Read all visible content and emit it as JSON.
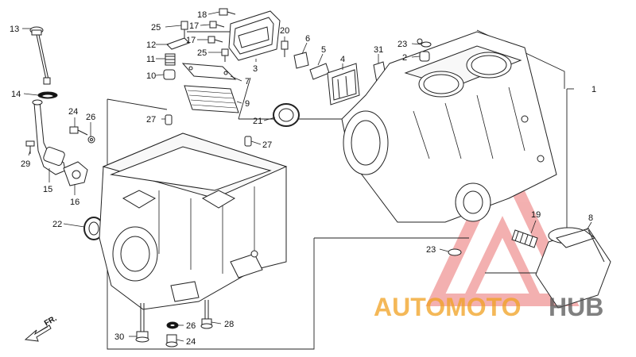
{
  "callouts": [
    {
      "id": "13",
      "label": "13"
    },
    {
      "id": "14",
      "label": "14"
    },
    {
      "id": "24a",
      "label": "24"
    },
    {
      "id": "26a",
      "label": "26"
    },
    {
      "id": "29",
      "label": "29"
    },
    {
      "id": "15",
      "label": "15"
    },
    {
      "id": "16",
      "label": "16"
    },
    {
      "id": "22",
      "label": "22"
    },
    {
      "id": "25a",
      "label": "25"
    },
    {
      "id": "18",
      "label": "18"
    },
    {
      "id": "17a",
      "label": "17"
    },
    {
      "id": "12",
      "label": "12"
    },
    {
      "id": "17b",
      "label": "17"
    },
    {
      "id": "25b",
      "label": "25"
    },
    {
      "id": "11",
      "label": "11"
    },
    {
      "id": "10",
      "label": "10"
    },
    {
      "id": "20",
      "label": "20"
    },
    {
      "id": "3",
      "label": "3"
    },
    {
      "id": "6",
      "label": "6"
    },
    {
      "id": "5",
      "label": "5"
    },
    {
      "id": "4",
      "label": "4"
    },
    {
      "id": "31",
      "label": "31"
    },
    {
      "id": "23a",
      "label": "23"
    },
    {
      "id": "2",
      "label": "2"
    },
    {
      "id": "1",
      "label": "1"
    },
    {
      "id": "7",
      "label": "7"
    },
    {
      "id": "9",
      "label": "9"
    },
    {
      "id": "21",
      "label": "21"
    },
    {
      "id": "27a",
      "label": "27"
    },
    {
      "id": "27b",
      "label": "27"
    },
    {
      "id": "19",
      "label": "19"
    },
    {
      "id": "8",
      "label": "8"
    },
    {
      "id": "23b",
      "label": "23"
    },
    {
      "id": "30",
      "label": "30"
    },
    {
      "id": "26b",
      "label": "26"
    },
    {
      "id": "24b",
      "label": "24"
    },
    {
      "id": "28",
      "label": "28"
    }
  ],
  "direction_marker": {
    "label": "FR.",
    "icon": "front-arrow-icon"
  },
  "watermark": {
    "part1": "AUTOMOTO",
    "part2": "HUB",
    "color_orange": "#f0a020",
    "color_red": "#e03030",
    "color_gray": "#555555"
  }
}
